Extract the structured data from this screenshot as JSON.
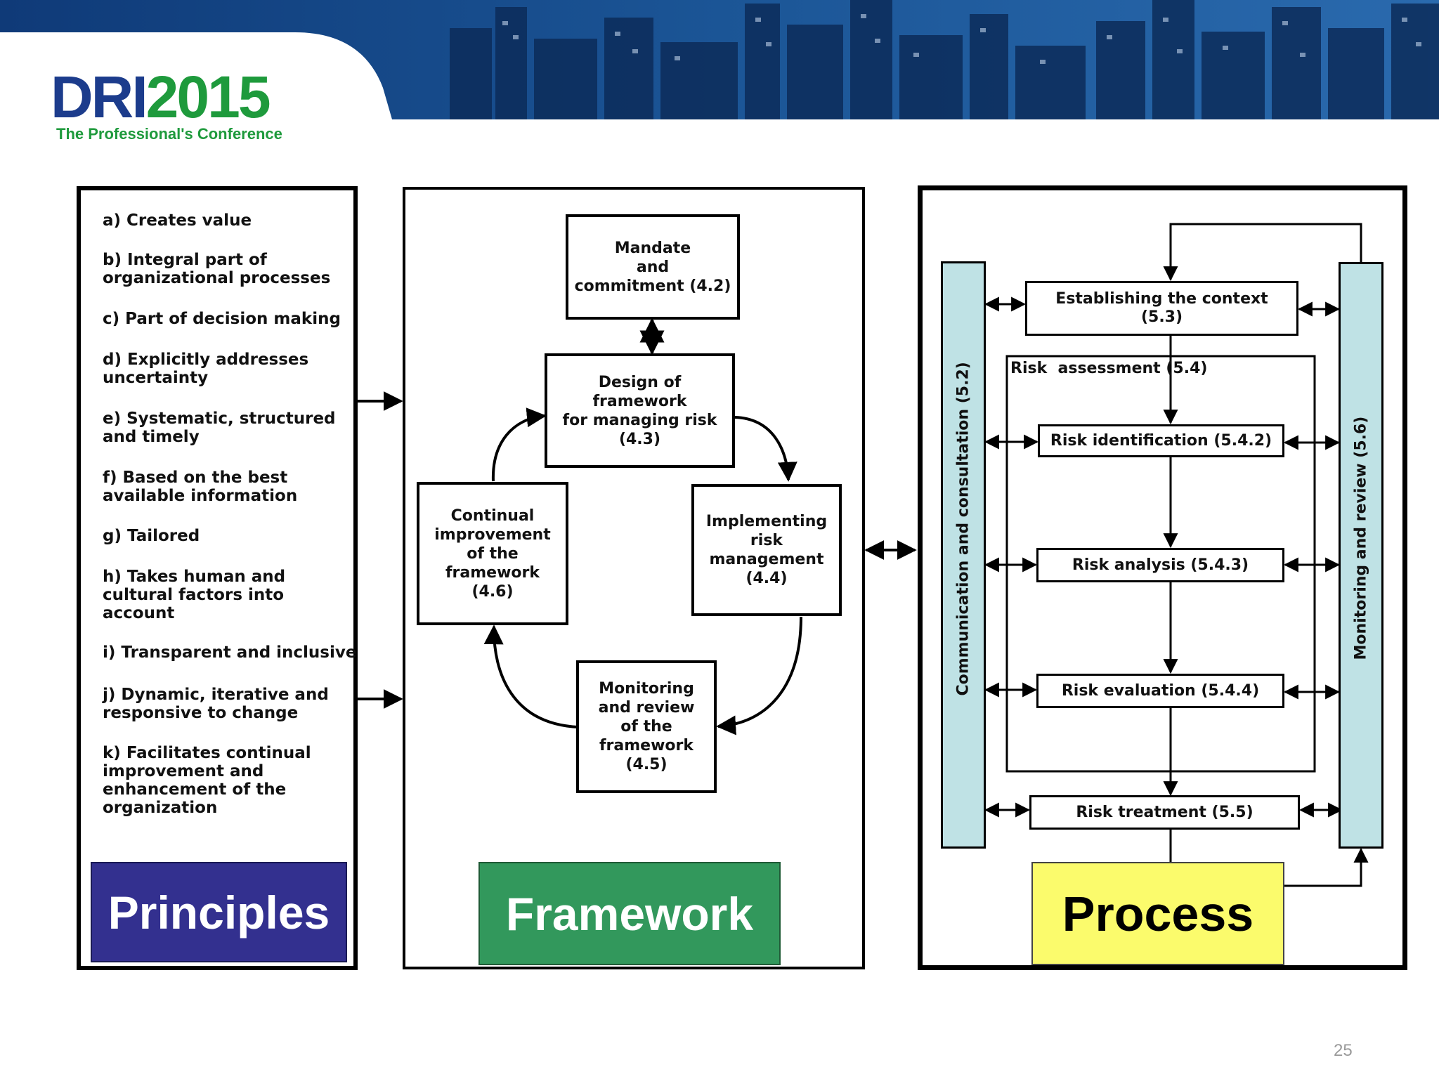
{
  "header": {
    "logo_dri": "DRI",
    "logo_year": "2015",
    "logo_subtitle": "The Professional's Conference",
    "colors": {
      "dri_blue": "#1c3c8c",
      "green": "#1e9a3c",
      "banner": "#1f4f8c"
    }
  },
  "principles": {
    "items": [
      "a) Creates value",
      "b) Integral part of\norganizational processes",
      "c) Part of decision making",
      "d) Explicitly addresses\nuncertainty",
      "e) Systematic, structured\nand timely",
      "f) Based on the best\navailable information",
      "g) Tailored",
      "h) Takes human and\ncultural factors into\naccount",
      "i) Transparent and inclusive",
      "j) Dynamic, iterative and\nresponsive to change",
      "k) Facilitates continual\nimprovement and\nenhancement of the\norganization"
    ],
    "label": "Principles",
    "color": "#33308f"
  },
  "framework": {
    "mandate": "Mandate\nand\ncommitment (4.2)",
    "design": "Design of\nframework\nfor managing risk\n(4.3)",
    "implementing": "Implementing\nrisk\nmanagement\n(4.4)",
    "monitoring": "Monitoring\nand review\nof the\nframework\n(4.5)",
    "continual": "Continual\nimprovement\nof the\nframework\n(4.6)",
    "label": "Framework",
    "color": "#32985c"
  },
  "process": {
    "communication": "Communication and consultation (5.2)",
    "monitoring": "Monitoring and review (5.6)",
    "context": "Establishing the context\n(5.3)",
    "assessment": "Risk  assessment (5.4)",
    "identification": "Risk identification (5.4.2)",
    "analysis": "Risk analysis (5.4.3)",
    "evaluation": "Risk evaluation (5.4.4)",
    "treatment": "Risk treatment (5.5)",
    "label": "Process",
    "colors": {
      "label": "#fbfb6c",
      "bars": "#bfe2e5"
    }
  },
  "page_number": "25"
}
